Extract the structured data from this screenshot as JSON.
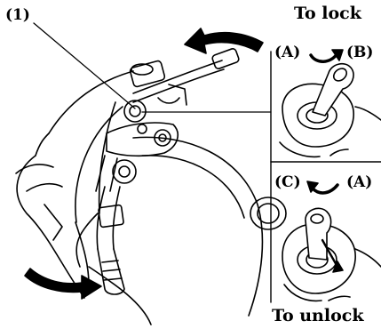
{
  "labels": {
    "callout": "(1)",
    "lock_title": "To lock",
    "unlock_title": "To unlock",
    "pos_a_top": "(A)",
    "pos_b": "(B)",
    "pos_c": "(C)",
    "pos_a_bottom": "(A)"
  }
}
